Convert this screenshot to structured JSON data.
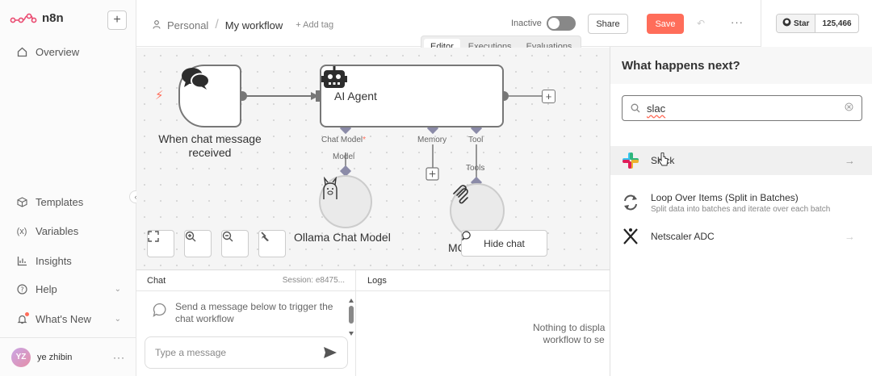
{
  "app": {
    "name": "n8n"
  },
  "sidebar": {
    "overview": "Overview",
    "templates": "Templates",
    "variables": "Variables",
    "insights": "Insights",
    "help": "Help",
    "whats_new": "What's New",
    "user": {
      "initials": "YZ",
      "name": "ye zhibin"
    }
  },
  "header": {
    "project": "Personal",
    "workflow": "My workflow",
    "add_tag": "+ Add tag",
    "status": "Inactive",
    "share": "Share",
    "save": "Save",
    "star": "Star",
    "stars_count": "125,466"
  },
  "tabs": [
    "Editor",
    "Executions",
    "Evaluations"
  ],
  "canvas": {
    "trigger_label": "When chat message received",
    "agent_label": "AI Agent",
    "ports": {
      "chat_model": "Chat Model",
      "required": "*",
      "memory": "Memory",
      "tool": "Tool",
      "model": "Model",
      "tools": "Tools"
    },
    "ollama_label": "Ollama Chat Model",
    "mcp_label": "MC",
    "hide_chat": "Hide chat"
  },
  "chat": {
    "title": "Chat",
    "session": "Session: e8475...",
    "hint": "Send a message below to trigger the chat workflow",
    "input_placeholder": "Type a message"
  },
  "logs": {
    "title": "Logs",
    "empty": "Nothing to displa",
    "empty2": "workflow to se"
  },
  "panel": {
    "title": "What happens next?",
    "search_value": "slac",
    "results": [
      {
        "title": "Slack",
        "description": ""
      },
      {
        "title": "Loop Over Items (Split in Batches)",
        "description": "Split data into batches and iterate over each batch"
      },
      {
        "title": "Netscaler ADC",
        "description": ""
      }
    ]
  },
  "colors": {
    "accent": "#ff6d5a",
    "node_border": "#777777",
    "port": "#8b8ba8"
  }
}
